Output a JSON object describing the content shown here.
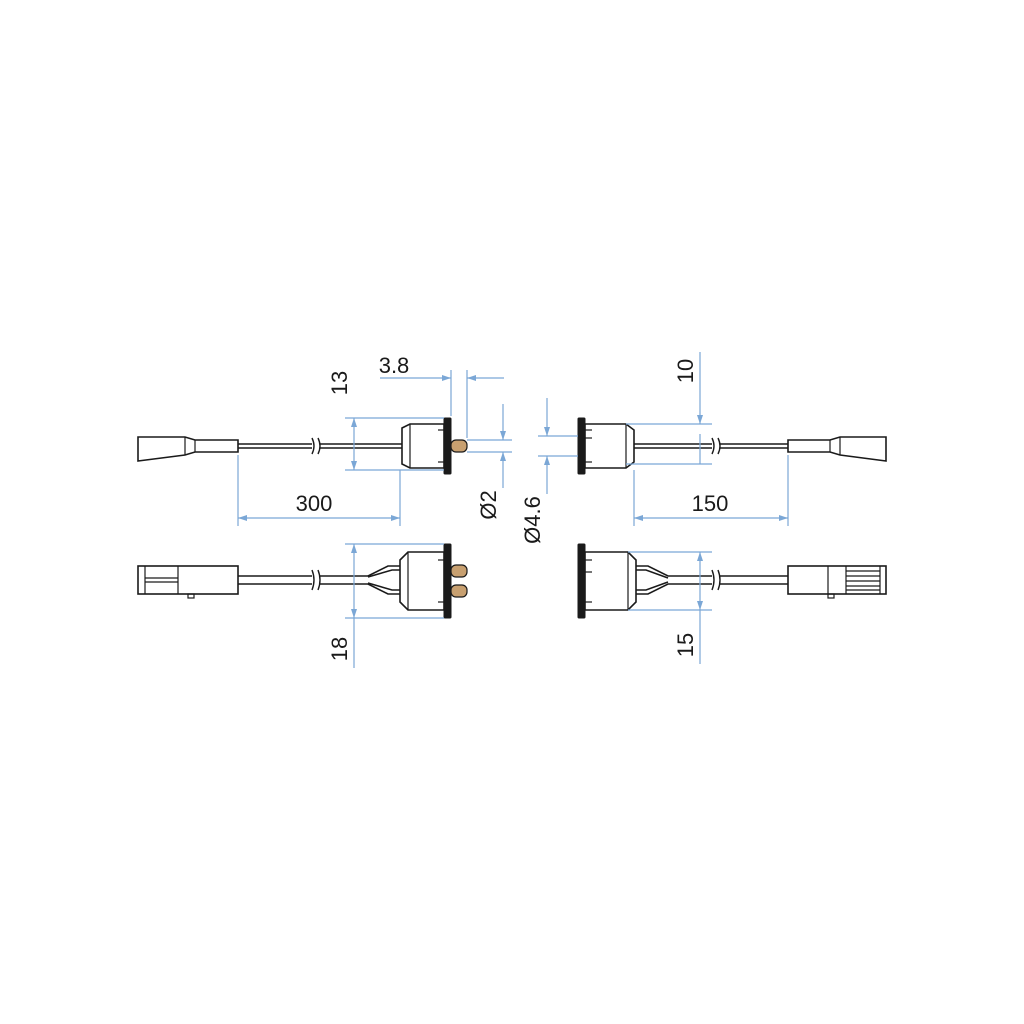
{
  "dimensions": {
    "cable_length_switch": "300",
    "cable_length_socket": "150",
    "switch_body_height": "13",
    "switch_body_height_alt": "18",
    "flange_thickness": "3.8",
    "pin_diameter": "Ø2",
    "hole_diameter": "Ø4.6",
    "socket_body_height": "10",
    "socket_body_height_alt": "15"
  }
}
